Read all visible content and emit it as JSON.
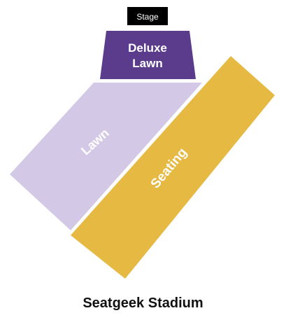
{
  "venue": {
    "name": "Seatgeek Stadium"
  },
  "stage": {
    "label": "Stage",
    "color": "#000000",
    "text_color": "#ffffff"
  },
  "sections": {
    "deluxe_lawn": {
      "line1": "Deluxe",
      "line2": "Lawn",
      "color": "#5b3b8c"
    },
    "lawn": {
      "label": "Lawn",
      "color": "#d3c9e6"
    },
    "seating": {
      "label": "Seating",
      "color": "#e6b942"
    }
  }
}
